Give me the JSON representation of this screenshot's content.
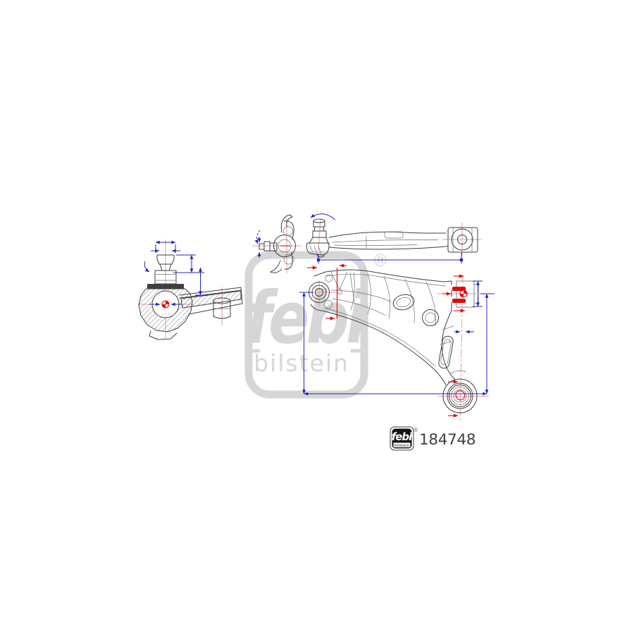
{
  "brand": {
    "name": "febi",
    "sub_brand": "bilstein",
    "registered_mark": "®"
  },
  "product": {
    "part_number": "184748"
  },
  "figure": {
    "type": "technical-line-drawing",
    "subject_views": [
      "ball-joint-cross-section-view",
      "bracket-side-view",
      "control-arm-top-view",
      "control-arm-front-view"
    ]
  },
  "colors": {
    "background": "#ffffff",
    "line": "#3f3f3f",
    "line_light": "#6f6f6f",
    "bracket_gray": "#9a9a9a",
    "dimension_blue": "#2424c2",
    "accent_red": "#e60606",
    "centerline_pink": "#e89a9a",
    "watermark_gray": "#d6d6d6",
    "logo_black": "#141414",
    "part_number_gray": "#3f3f3f"
  }
}
